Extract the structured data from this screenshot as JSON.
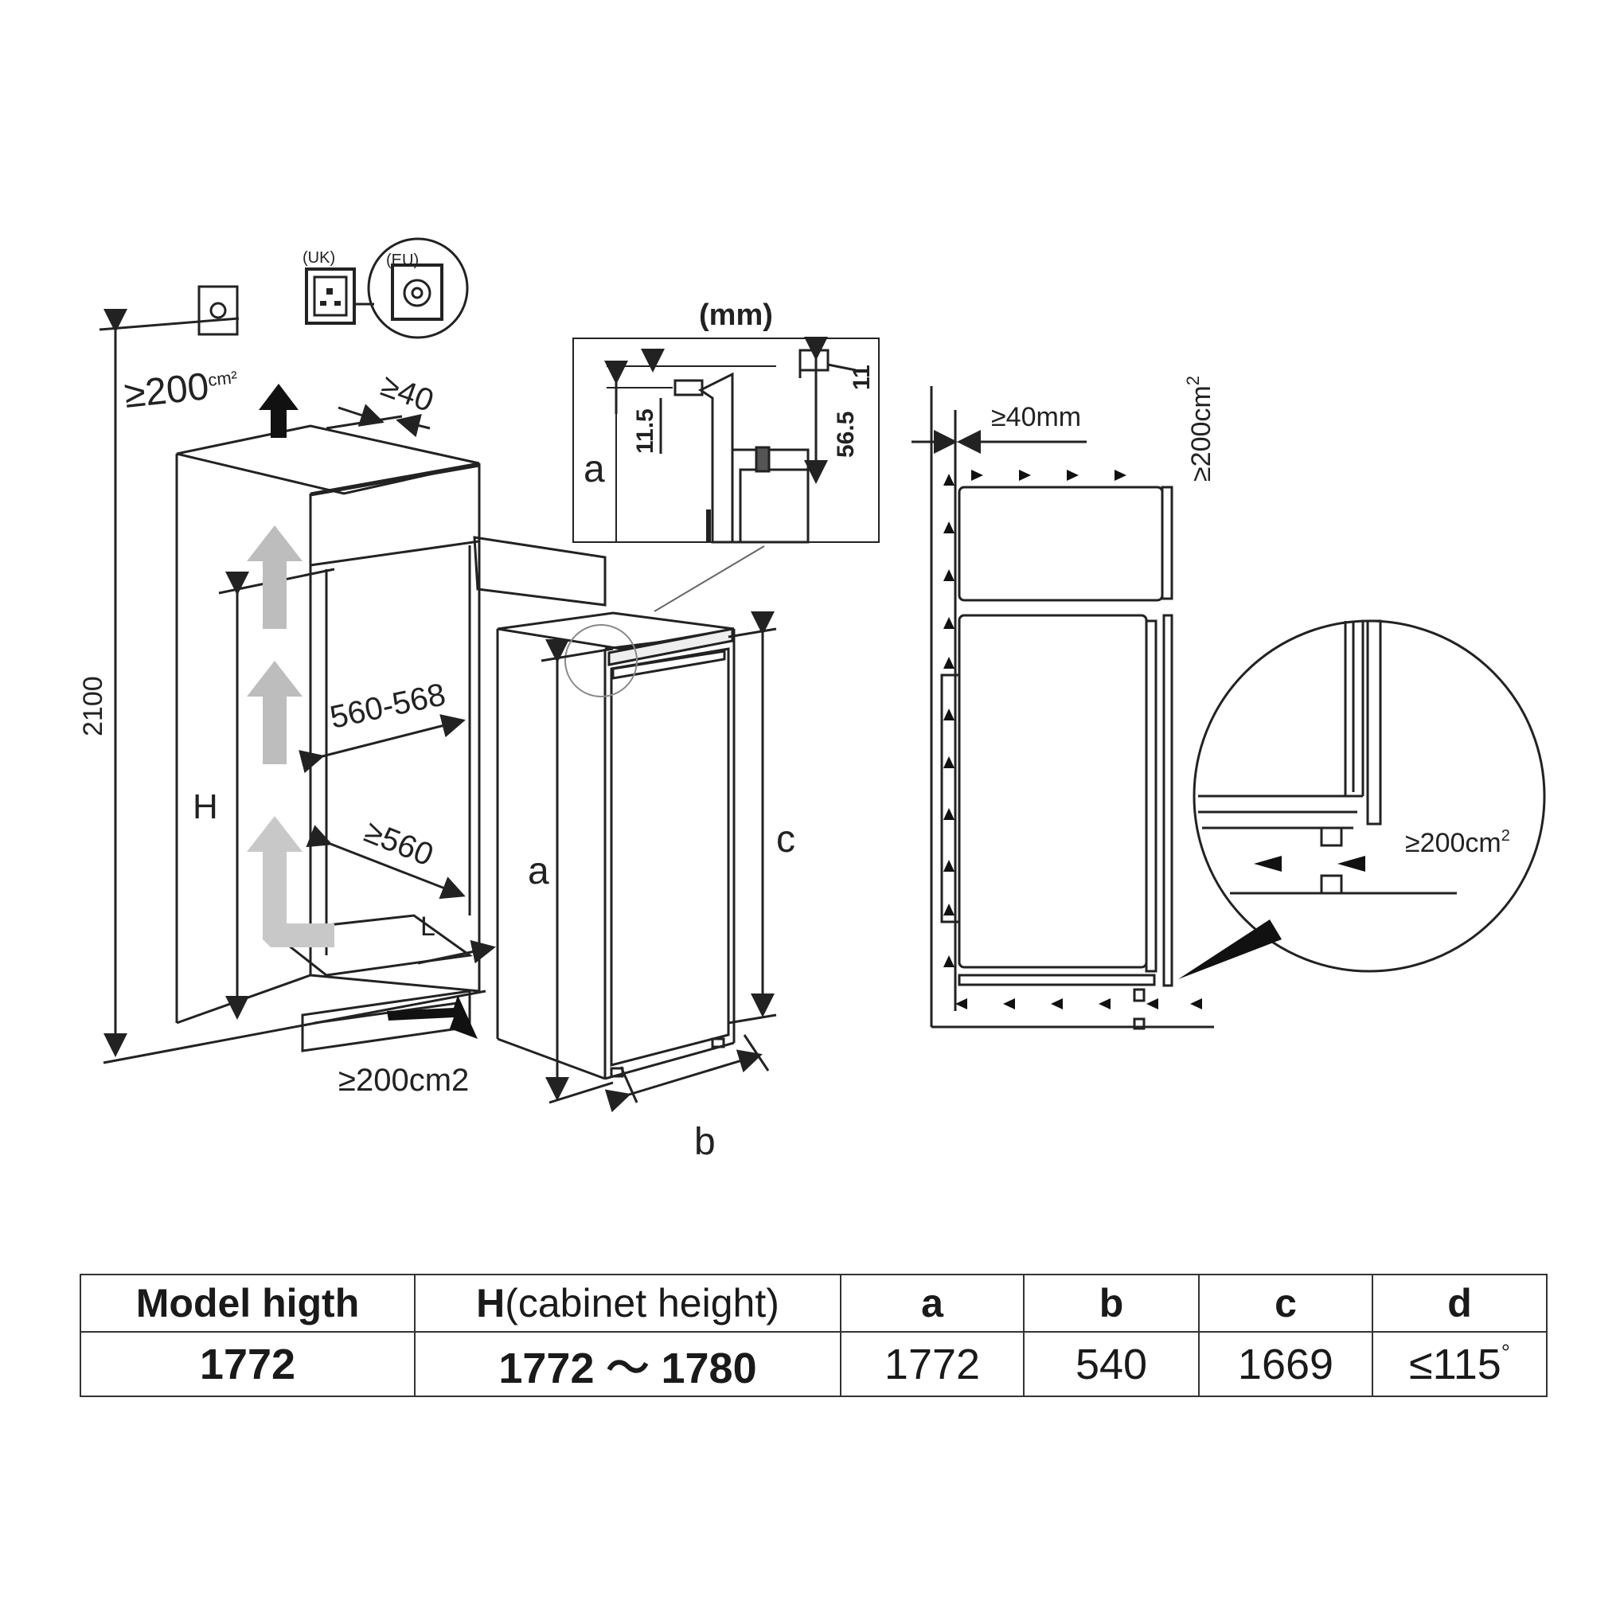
{
  "units_label": "(mm)",
  "socket_labels": {
    "uk": "(UK)",
    "eu": "(EU)"
  },
  "left_view": {
    "top_vent": "≥200",
    "top_vent_unit": "cm²",
    "top_gap": "≥40",
    "total_height": "2100",
    "cabinet_height_letter": "H",
    "width_range": "560-568",
    "depth_min": "≥560",
    "plinth_letter": "L",
    "bottom_vent": "≥200cm2"
  },
  "appliance_view": {
    "height_letter": "a",
    "door_height_letter": "c",
    "width_letter": "b"
  },
  "detail_view": {
    "letter": "a",
    "dim_11_5": "11.5",
    "dim_56_5": "56.5",
    "dim_11": "11"
  },
  "side_view": {
    "top_gap": "≥40mm",
    "top_vent": "≥200cm",
    "top_vent_sup": "2",
    "circle_vent": "≥200cm",
    "circle_vent_sup": "2"
  },
  "table": {
    "headers": {
      "model": "Model higth",
      "h_bold": "H",
      "h_rest": "(cabinet height)",
      "a": "a",
      "b": "b",
      "c": "c",
      "d": "d"
    },
    "values": {
      "model": "1772",
      "h": "1772 ～ 1780",
      "a": "1772",
      "b": "540",
      "c": "1669",
      "d": "≤115",
      "d_sup": "°"
    }
  }
}
